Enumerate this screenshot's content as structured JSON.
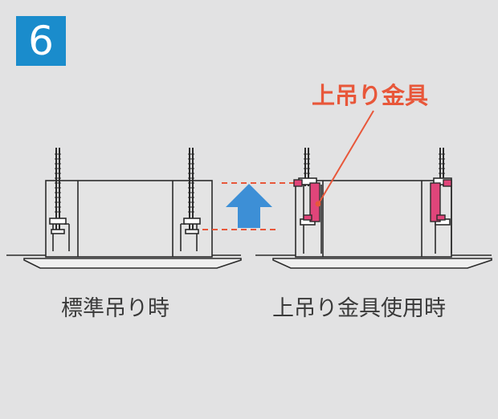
{
  "step_number": "6",
  "callout_label": "上吊り金具",
  "caption_left": "標準吊り時",
  "caption_right": "上吊り金具使用時",
  "colors": {
    "background": "#e2e2e3",
    "badge": "#1a8ccc",
    "callout": "#e8573a",
    "bracket": "#e0457a",
    "arrow": "#3d8fd6",
    "line": "#2b2b2b",
    "unit_fill": "#e4e4e4"
  }
}
